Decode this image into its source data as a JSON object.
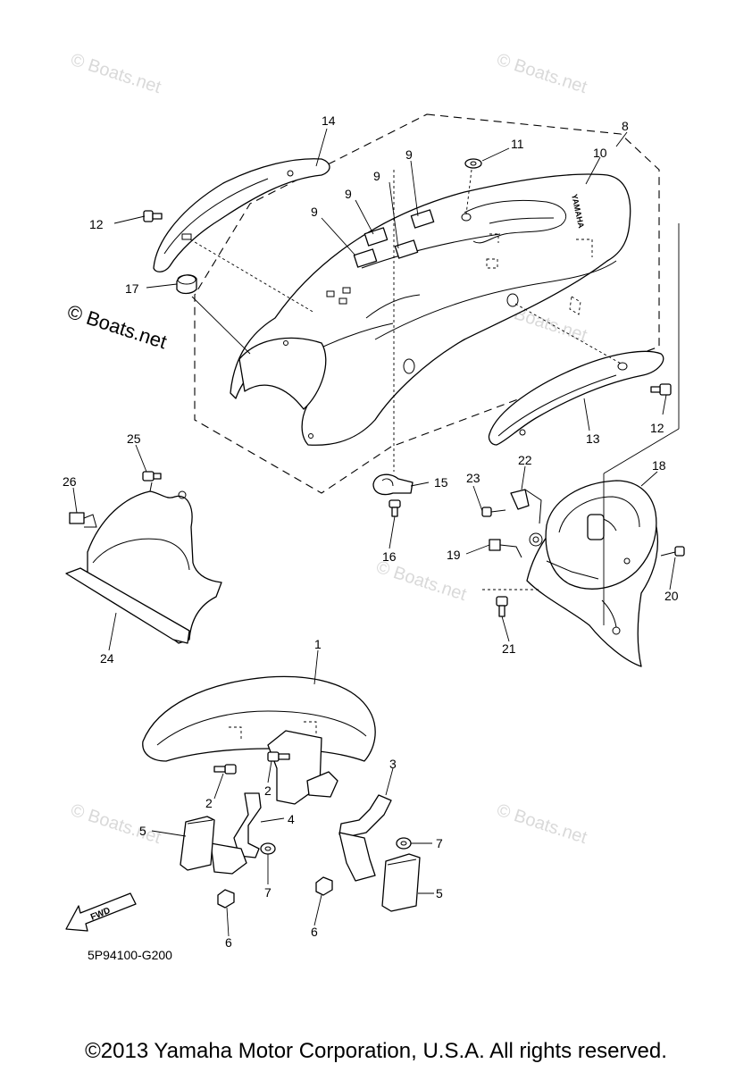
{
  "watermarks": [
    "© Boats.net",
    "© Boats.net",
    "© Boats.net",
    "© Boats.net",
    "© Boats.net",
    "© Boats.net"
  ],
  "watermark_main": "© Boats.net",
  "brand_on_fender": "YAMAHA",
  "fwd_label": "FWD",
  "diagram_code": "5P94100-G200",
  "copyright": "©2013 Yamaha Motor Corporation, U.S.A. All rights reserved.",
  "callouts": {
    "c1": "1",
    "c2a": "2",
    "c2b": "2",
    "c3": "3",
    "c4": "4",
    "c5a": "5",
    "c5b": "5",
    "c6a": "6",
    "c6b": "6",
    "c7a": "7",
    "c7b": "7",
    "c8": "8",
    "c9a": "9",
    "c9b": "9",
    "c9c": "9",
    "c9d": "9",
    "c10": "10",
    "c11": "11",
    "c12a": "12",
    "c12b": "12",
    "c13": "13",
    "c14": "14",
    "c15": "15",
    "c16": "16",
    "c17": "17",
    "c18": "18",
    "c19": "19",
    "c20": "20",
    "c21": "21",
    "c22": "22",
    "c23": "23",
    "c24": "24",
    "c25": "25",
    "c26": "26"
  }
}
